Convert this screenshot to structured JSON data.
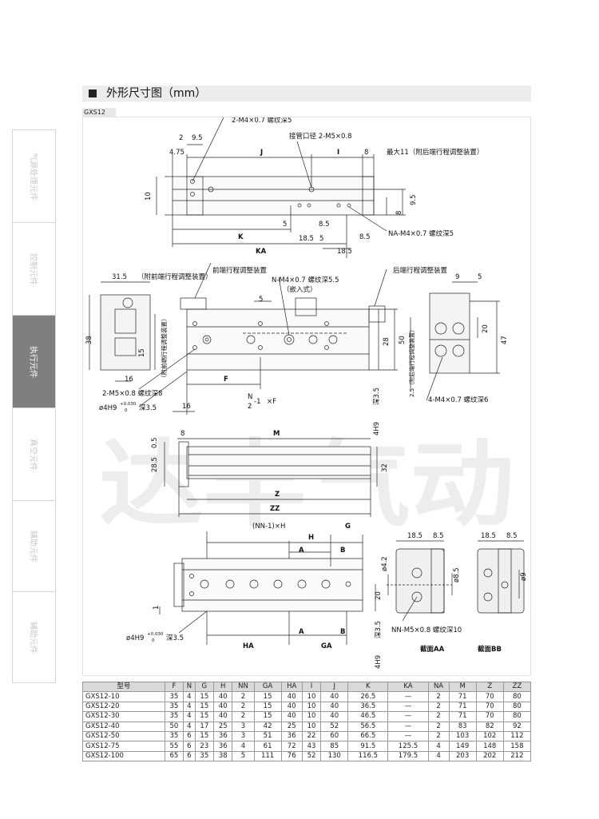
{
  "section_title": "外形尺寸图（mm）",
  "model_code": "GXS12",
  "sidebar": {
    "items": [
      {
        "label": "气源处理元件"
      },
      {
        "label": "控制元件"
      },
      {
        "label": "执行元件",
        "active": true
      },
      {
        "label": "真空元件"
      },
      {
        "label": "辅助元件"
      },
      {
        "label": "辅助元件"
      }
    ]
  },
  "watermark": "达丰气动",
  "drawing": {
    "view1": {
      "d2": "2",
      "d9_5": "9.5",
      "d4_75": "4.75",
      "callout_m4": "2-M4×0.7 螺纹深5",
      "callout_pipe": "接管口径 2-M5×0.8",
      "J": "J",
      "I": "I",
      "d8": "8",
      "callout_max11": "最大11（附后端行程调整装置）",
      "d10": "10",
      "d8b": "8",
      "d9_5b": "9.5",
      "d5a": "5",
      "d8_5a": "8.5",
      "d5b": "5",
      "d18_5a": "18.5",
      "d8_5b": "8.5",
      "K": "K",
      "KA": "KA",
      "d18_5b": "18.5",
      "callout_na": "NA-M4×0.7 螺纹深5"
    },
    "view2": {
      "d31_5": "31.5",
      "note_front": "（附前端行程调整装置）",
      "note_front2": "前端行程调整装置",
      "callout_nm4": "N-M4×0.7 螺纹深5.5",
      "note_embed": "（嵌入式）",
      "d5": "5",
      "note_rear": "后端行程调整装置",
      "d38": "38",
      "d15": "15",
      "note_vert": "（附前端行程调整装置）",
      "d28": "28",
      "d50": "50",
      "callout_m5": "2-M5×0.8 螺纹深8",
      "F": "F",
      "phi_label": "ø4H9",
      "tol": "+0.030",
      "tol0": "0",
      "depth35": "深3.5",
      "d16a": "16",
      "d16b": "16",
      "nf_n": "N",
      "nf_2": "2",
      "nf_rest": "-1",
      "nf_times": "×F",
      "note_25": "2.5（附后端行程调整装置）",
      "vert_phi": "4H9",
      "vert_depth": "深3.5"
    },
    "view3": {
      "d9": "9",
      "d5": "5",
      "d20": "20",
      "d47": "47",
      "callout_m4": "4-M4×0.7 螺纹深6"
    },
    "view4": {
      "d0_5": "0.5",
      "d8": "8",
      "M": "M",
      "d28_5": "28.5",
      "d32": "32",
      "Z": "Z",
      "ZZ": "ZZ"
    },
    "view5": {
      "nn_h": "(NN-1)×H",
      "G": "G",
      "H": "H",
      "A": "A",
      "B": "B",
      "d20": "20",
      "d1": "1",
      "phi_label": "ø4H9",
      "tol": "+0.030",
      "tol0": "0",
      "depth35": "深3.5",
      "A2": "A",
      "B2": "B",
      "HA": "HA",
      "GA": "GA",
      "vert_phi": "4H9",
      "vert_depth": "深3.5"
    },
    "section_aa": {
      "d18_5": "18.5",
      "d8_5": "8.5",
      "phi4_2": "ø4.2",
      "phi8_5": "ø8.5",
      "callout": "NN-M5×0.8 螺纹深10",
      "caption": "截面AA"
    },
    "section_bb": {
      "d18_5": "18.5",
      "d8_5": "8.5",
      "phi9": "ø9",
      "caption": "截面BB"
    }
  },
  "table": {
    "headers": [
      "型号",
      "F",
      "N",
      "G",
      "H",
      "NN",
      "GA",
      "HA",
      "I",
      "J",
      "K",
      "KA",
      "NA",
      "M",
      "Z",
      "ZZ"
    ],
    "rows": [
      [
        "GXS12-10",
        "35",
        "4",
        "15",
        "40",
        "2",
        "15",
        "40",
        "10",
        "40",
        "26.5",
        "—",
        "2",
        "71",
        "70",
        "80"
      ],
      [
        "GXS12-20",
        "35",
        "4",
        "15",
        "40",
        "2",
        "15",
        "40",
        "10",
        "40",
        "36.5",
        "—",
        "2",
        "71",
        "70",
        "80"
      ],
      [
        "GXS12-30",
        "35",
        "4",
        "15",
        "40",
        "2",
        "15",
        "40",
        "10",
        "40",
        "46.5",
        "—",
        "2",
        "71",
        "70",
        "80"
      ],
      [
        "GXS12-40",
        "50",
        "4",
        "17",
        "25",
        "3",
        "42",
        "25",
        "10",
        "52",
        "56.5",
        "—",
        "2",
        "83",
        "82",
        "92"
      ],
      [
        "GXS12-50",
        "35",
        "6",
        "15",
        "36",
        "3",
        "51",
        "36",
        "22",
        "60",
        "66.5",
        "—",
        "2",
        "103",
        "102",
        "112"
      ],
      [
        "GXS12-75",
        "55",
        "6",
        "23",
        "36",
        "4",
        "61",
        "72",
        "43",
        "85",
        "91.5",
        "125.5",
        "4",
        "149",
        "148",
        "158"
      ],
      [
        "GXS12-100",
        "65",
        "6",
        "35",
        "38",
        "5",
        "111",
        "76",
        "52",
        "130",
        "116.5",
        "179.5",
        "4",
        "203",
        "202",
        "212"
      ]
    ]
  }
}
